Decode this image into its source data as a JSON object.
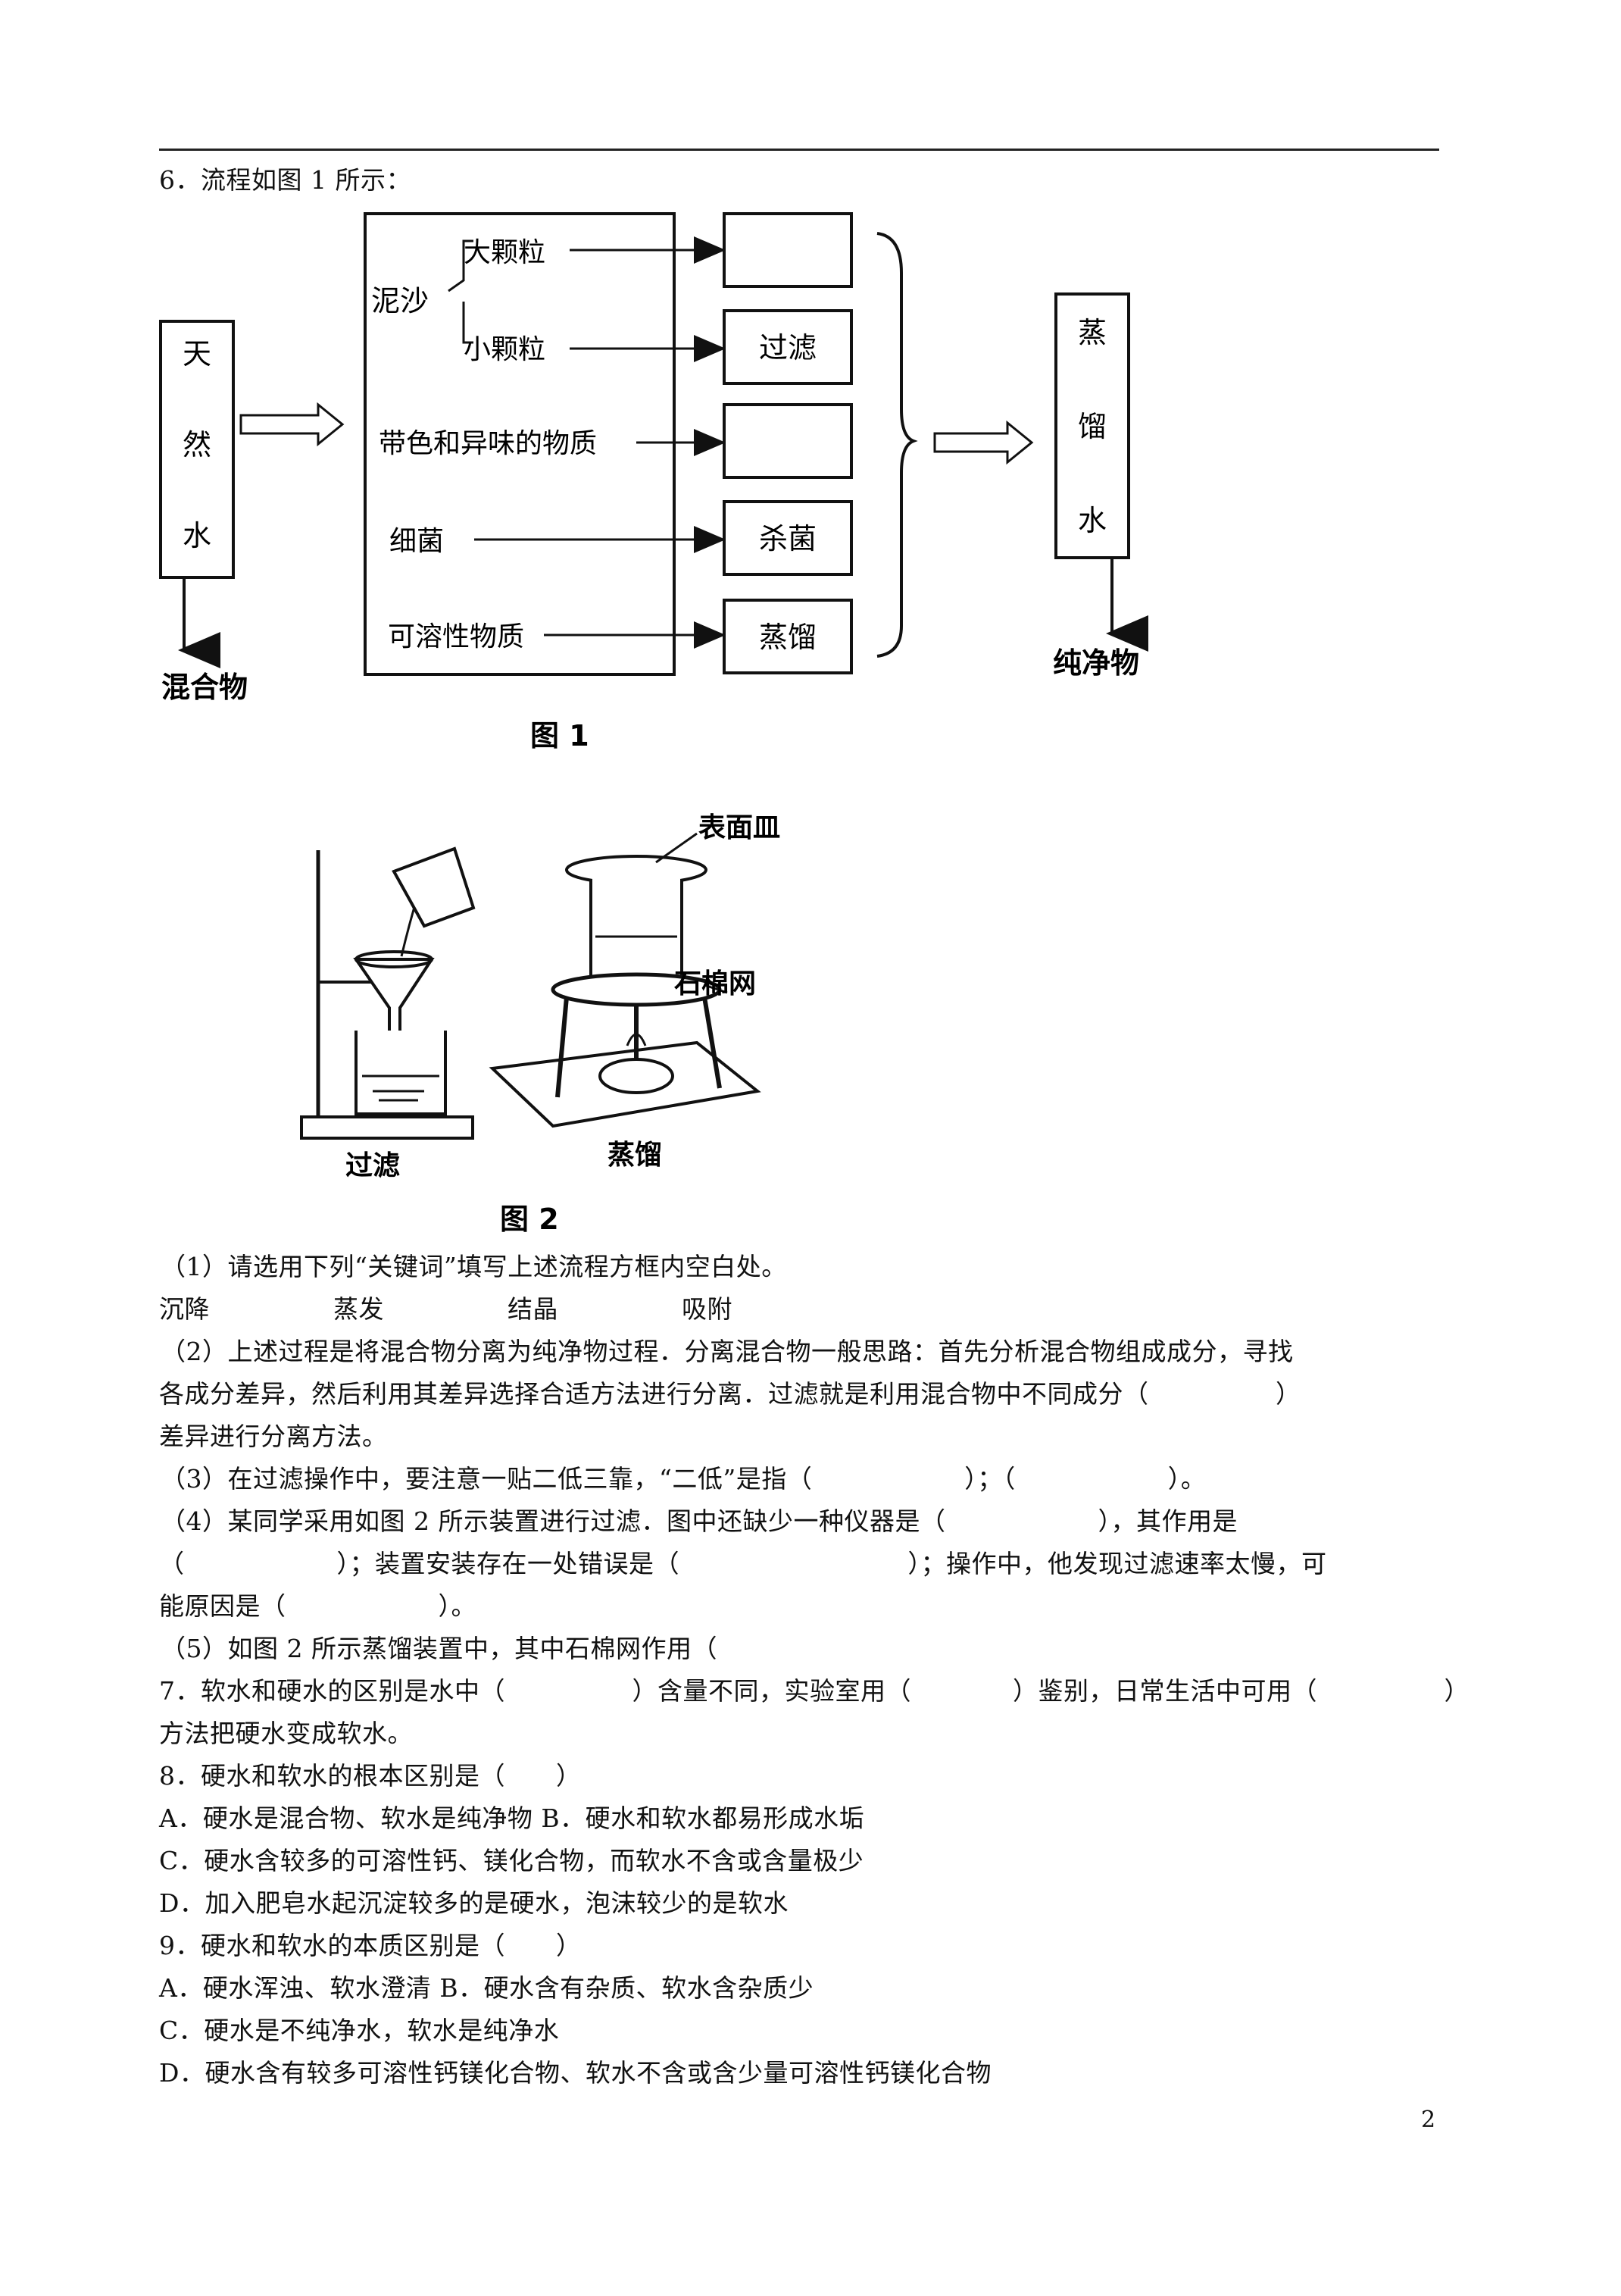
{
  "q6_heading": "6．流程如图 1 所示：",
  "figure1": {
    "caption": "图 1",
    "natural_water": [
      "天",
      "然",
      "水"
    ],
    "mixture": "混合物",
    "mud_sand": "泥沙",
    "large_particles": "大颗粒",
    "small_particles": "小颗粒",
    "colored_odor": "带色和异味的物质",
    "bacteria": "细菌",
    "soluble": "可溶性物质",
    "box_filter": "过滤",
    "box_sterilize": "杀菌",
    "box_distill": "蒸馏",
    "distilled_water": [
      "蒸",
      "馏",
      "水"
    ],
    "pure": "纯净物"
  },
  "figure2": {
    "caption": "图 2",
    "watch_glass": "表面皿",
    "asbestos_net": "石棉网",
    "label_filter": "过滤",
    "label_distill": "蒸馏"
  },
  "q6_1": "（1）请选用下列“关键词”填写上述流程方框内空白处。",
  "keywords": [
    "沉降",
    "蒸发",
    "结晶",
    "吸附"
  ],
  "q6_2_a": "（2）上述过程是将混合物分离为纯净物过程．分离混合物一般思路：首先分析混合物组成成分，寻找",
  "q6_2_b": "各成分差异，然后利用其差异选择合适方法进行分离．过滤就是利用混合物中不同成分（　　　　　）",
  "q6_2_c": "差异进行分离方法。",
  "q6_3": "（3）在过滤操作中，要注意一贴二低三靠，“二低”是指（　　　　　　）；（　　　　　　）。",
  "q6_4_a": "（4）某同学采用如图 2 所示装置进行过滤．图中还缺少一种仪器是（　　　　　　），其作用是",
  "q6_4_b": "（　　　　　　）；装置安装存在一处错误是（　　　　　　　　　）；操作中，他发现过滤速率太慢，可",
  "q6_4_c": "能原因是（　　　　　　）。",
  "q6_5": "（5）如图 2 所示蒸馏装置中，其中石棉网作用（",
  "q7_a": "7．软水和硬水的区别是水中（　　　　　）含量不同，实验室用（　　　　）鉴别，日常生活中可用（　　　　　）",
  "q7_b": "方法把硬水变成软水。",
  "q8": "8．硬水和软水的根本区别是（　　）",
  "q8_a": "A．硬水是混合物、软水是纯净物 B．硬水和软水都易形成水垢",
  "q8_c": "C．硬水含较多的可溶性钙、镁化合物，而软水不含或含量极少",
  "q8_d": "D．加入肥皂水起沉淀较多的是硬水，泡沫较少的是软水",
  "q9": "9．硬水和软水的本质区别是（　　）",
  "q9_a": "A．硬水浑浊、软水澄清 B．硬水含有杂质、软水含杂质少",
  "q9_c": "C．硬水是不纯净水，软水是纯净水",
  "q9_d": "D．硬水含有较多可溶性钙镁化合物、软水不含或含少量可溶性钙镁化合物",
  "page_number": "2"
}
